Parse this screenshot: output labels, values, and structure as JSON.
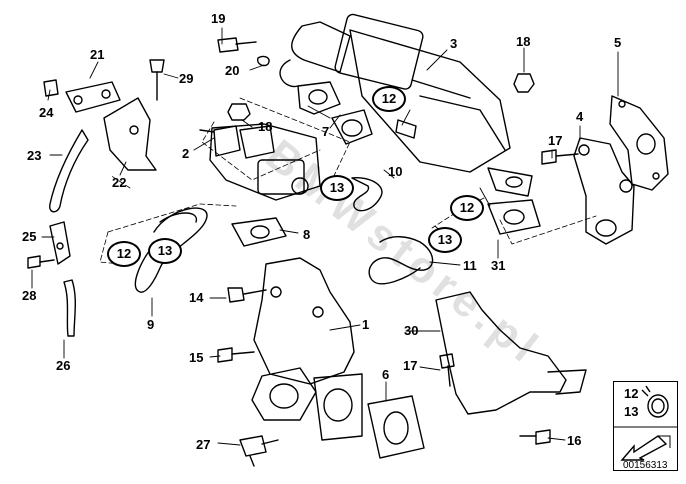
{
  "diagram": {
    "callouts": [
      "19",
      "3",
      "18",
      "5",
      "21",
      "29",
      "20",
      "24",
      "12",
      "18",
      "2",
      "17",
      "4",
      "7",
      "23",
      "22",
      "13",
      "10",
      "12",
      "8",
      "13",
      "25",
      "12",
      "13",
      "31",
      "11",
      "28",
      "14",
      "1",
      "9",
      "30",
      "26",
      "15",
      "6",
      "17",
      "12",
      "13",
      "27",
      "16"
    ],
    "circled_labels": [
      "12",
      "13",
      "12",
      "13",
      "12",
      "13"
    ],
    "legend": {
      "numbers": [
        "12",
        "13"
      ]
    },
    "document_number": "00156313",
    "watermark": "BMWstore.pl"
  },
  "colors": {
    "line": "#000000",
    "background": "#ffffff",
    "watermark": "#bdbdbd"
  }
}
